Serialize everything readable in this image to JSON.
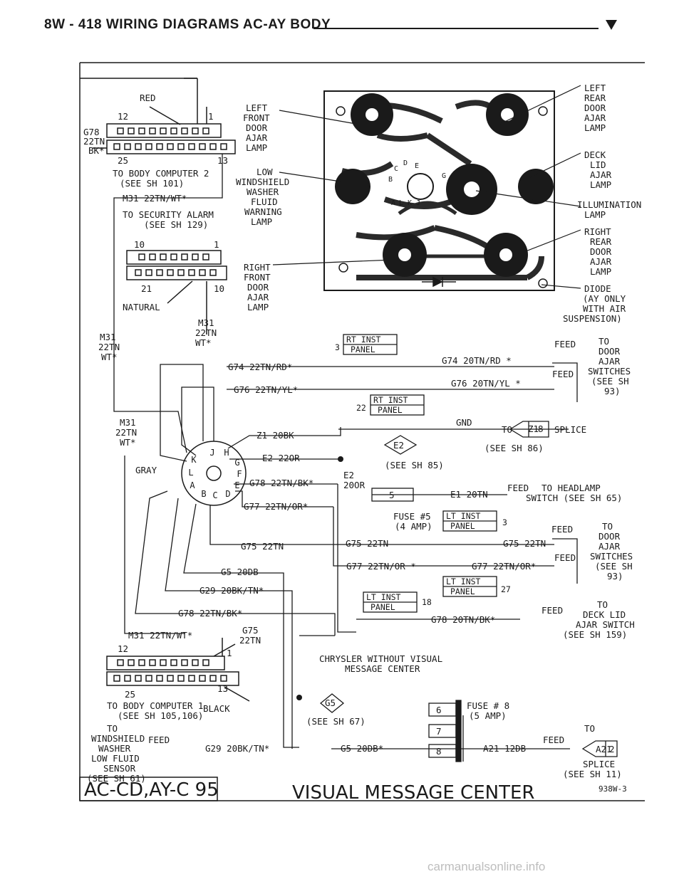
{
  "header": {
    "title": "8W - 418  WIRING DIAGRAMS AC-AY BODY"
  },
  "footer": {
    "model": "AC-CD,AY-C 95",
    "title": "VISUAL MESSAGE CENTER",
    "code": "938W-3",
    "watermark": "carmanualsonline.info"
  },
  "lamps": {
    "left_front": [
      "LEFT",
      "FRONT",
      "DOOR",
      "AJAR",
      "LAMP"
    ],
    "low_washer": [
      "LOW",
      "WINDSHIELD",
      "WASHER",
      "FLUID",
      "WARNING",
      "LAMP"
    ],
    "right_front": [
      "RIGHT",
      "FRONT",
      "DOOR",
      "AJAR",
      "LAMP"
    ],
    "left_rear": [
      "LEFT",
      "REAR",
      "DOOR",
      "AJAR",
      "LAMP"
    ],
    "deck_lid": [
      "DECK",
      "LID",
      "AJAR",
      "LAMP"
    ],
    "illumination": [
      "ILLUMINATION",
      "LAMP"
    ],
    "right_rear": [
      "RIGHT",
      "REAR",
      "DOOR",
      "AJAR",
      "LAMP"
    ],
    "diode": [
      "DIODE",
      "(AY ONLY",
      "WITH AIR",
      "SUSPENSION)"
    ]
  },
  "board_pins": [
    "C",
    "D",
    "E",
    "B",
    "G",
    "H",
    "A",
    "L",
    "K",
    "J"
  ],
  "connectors": {
    "top": {
      "pin_left": "12",
      "pin_right": "1",
      "pin_bl": "25",
      "pin_br": "13",
      "color": "RED",
      "note1": "TO BODY COMPUTER 2",
      "note2": "(SEE SH 101)"
    },
    "top_wire": [
      "G78",
      "22TN",
      "BK*"
    ],
    "m31a": "M31 22TN/WT*",
    "alarm1": "TO SECURITY ALARM",
    "alarm2": "(SEE SH 129)",
    "mid": {
      "pin_left": "10",
      "pin_right": "1",
      "pin_bl": "21",
      "pin_br": "10",
      "color": "NATURAL"
    },
    "m31b": [
      "M31",
      "22TN",
      "WT*"
    ],
    "m31c": [
      "M31",
      "22TN",
      "WT*"
    ],
    "m31d": [
      "M31",
      "22TN",
      "WT*"
    ],
    "gray": "GRAY",
    "bottom": {
      "wire": "M31 22TN/WT*",
      "pin_left": "12",
      "pin_right": "1",
      "pin_bl": "25",
      "pin_br": "13",
      "color": "BLACK",
      "note1": "TO BODY COMPUTER 1",
      "note2": "(SEE SH 105,106)",
      "g75": "G75",
      "g75b": "22TN"
    },
    "round_pins": [
      "J",
      "H",
      "G",
      "F",
      "E",
      "D",
      "C",
      "B",
      "A",
      "K",
      "L"
    ]
  },
  "wires": {
    "g74": "G74 22TN/RD*",
    "g74b": "G74 20TN/RD *",
    "g76": "G76 22TN/YL*",
    "g76b": "G76 20TN/YL *",
    "z1": "Z1 20BK",
    "gnd": "GND",
    "e2": "E2 22OR",
    "e2b": "E2",
    "e2c": "20OR",
    "g78": "G78 22TN/BK*",
    "g77": "G77 22TN/OR*",
    "g75": "G75 22TN",
    "g75b": "G75 22TN",
    "g75c": "G75 22TN",
    "g5": "G5 20DB",
    "g29": "G29 20BK/TN*",
    "g78b": "G78 22TN/BK*",
    "g77b": "G77 22TN/OR *",
    "g77c": "G77 22TN/OR*",
    "g78c": "G78 20TN/BK*",
    "e1": "E1 20TN",
    "g29b": "G29 20BK/TN*",
    "g5b": "G5 20DB*",
    "a21": "A21 12DB"
  },
  "panels": {
    "rt_inst_a": [
      "RT INST",
      "PANEL"
    ],
    "rt_a_num": "3",
    "rt_inst_b": [
      "RT INST",
      "PANEL"
    ],
    "rt_b_num": "22",
    "lt_inst_a": [
      "LT INST",
      "PANEL"
    ],
    "lt_a_num": "3",
    "lt_inst_b": [
      "LT INST",
      "PANEL"
    ],
    "lt_b_num": "27",
    "lt_inst_c": [
      "LT INST",
      "PANEL"
    ],
    "lt_c_num": "18"
  },
  "splices": {
    "z1": "Z1",
    "z1n": "8",
    "e2": "E2",
    "g5": "G5",
    "a21": "A21",
    "a21n": "2"
  },
  "notes": {
    "feed": "FEED",
    "to_door1": [
      "TO",
      "DOOR",
      "AJAR",
      "SWITCHES",
      "(SEE SH",
      "93)"
    ],
    "to_door2": [
      "TO",
      "DOOR",
      "AJAR",
      "SWITCHES",
      "(SEE SH",
      "93)"
    ],
    "to_splice": "TO",
    "splice": "SPLICE",
    "see86": "(SEE SH 86)",
    "see85": "(SEE SH 85)",
    "fuse5": [
      "FUSE #5",
      "(4 AMP)"
    ],
    "fuse5n": "5",
    "to_head": [
      "TO HEADLAMP",
      "SWITCH (SEE SH 65)"
    ],
    "deck": [
      "TO",
      "DECK LID",
      "AJAR SWITCH",
      "(SEE SH 159)"
    ],
    "chrysler": [
      "CHRYSLER WITHOUT VISUAL",
      "MESSAGE CENTER"
    ],
    "see67": "(SEE SH 67)",
    "fuse8": [
      "FUSE # 8",
      "(5 AMP)"
    ],
    "fuse_nums": [
      "6",
      "7",
      "8"
    ],
    "washer": [
      "TO",
      "WINDSHIELD",
      "WASHER",
      "LOW FLUID",
      "SENSOR",
      "(SEE SH 61)"
    ],
    "a21_to": "TO",
    "a21_splice": [
      "SPLICE",
      "(SEE SH 11)"
    ]
  }
}
